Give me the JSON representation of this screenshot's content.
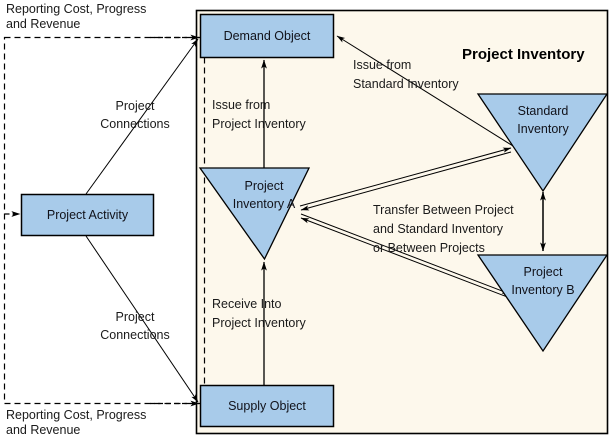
{
  "diagram": {
    "title": "Project Inventory",
    "panel": {
      "title": "Project Inventory",
      "background_color": "#FDF8EC",
      "border_color": "#000000"
    },
    "colors": {
      "node_fill": "#A8CBEA",
      "node_border": "#000000",
      "panel_fill": "#FDF8EC",
      "connector": "#000000",
      "text": "#111111",
      "page_background": "#FFFFFF"
    },
    "nodes": [
      {
        "id": "demand-object",
        "label": "Demand Object",
        "shape": "rectangle"
      },
      {
        "id": "supply-object",
        "label": "Supply Object",
        "shape": "rectangle"
      },
      {
        "id": "project-activity",
        "label": "Project Activity",
        "shape": "rectangle"
      },
      {
        "id": "project-inventory-a",
        "label": "Project\nInventory A",
        "line1": "Project",
        "line2": "Inventory A",
        "shape": "inverted-triangle"
      },
      {
        "id": "standard-inventory",
        "label": "Standard\nInventory",
        "line1": "Standard",
        "line2": "Inventory",
        "shape": "inverted-triangle"
      },
      {
        "id": "project-inventory-b",
        "label": "Project\nInventory B",
        "line1": "Project",
        "line2": "Inventory B",
        "shape": "inverted-triangle"
      }
    ],
    "edge_labels": {
      "reporting_top": "Reporting Cost, Progress\nand Revenue",
      "reporting_top_line1": "Reporting Cost, Progress",
      "reporting_top_line2": "and Revenue",
      "reporting_bottom": "Reporting Cost, Progress\nand Revenue",
      "reporting_bottom_line1": "Reporting Cost, Progress",
      "reporting_bottom_line2": "and Revenue",
      "project_connections_upper_line1": "Project",
      "project_connections_upper_line2": "Connections",
      "project_connections_lower_line1": "Project",
      "project_connections_lower_line2": "Connections",
      "issue_from_project_inventory_line1": "Issue from",
      "issue_from_project_inventory_line2": "Project Inventory",
      "issue_from_standard_inventory_line1": "Issue from",
      "issue_from_standard_inventory_line2": "Standard Inventory",
      "receive_into_project_inventory_line1": "Receive Into",
      "receive_into_project_inventory_line2": "Project Inventory",
      "transfer_line1": "Transfer Between Project",
      "transfer_line2": "and Standard Inventory",
      "transfer_line3": "or Between Projects"
    }
  }
}
